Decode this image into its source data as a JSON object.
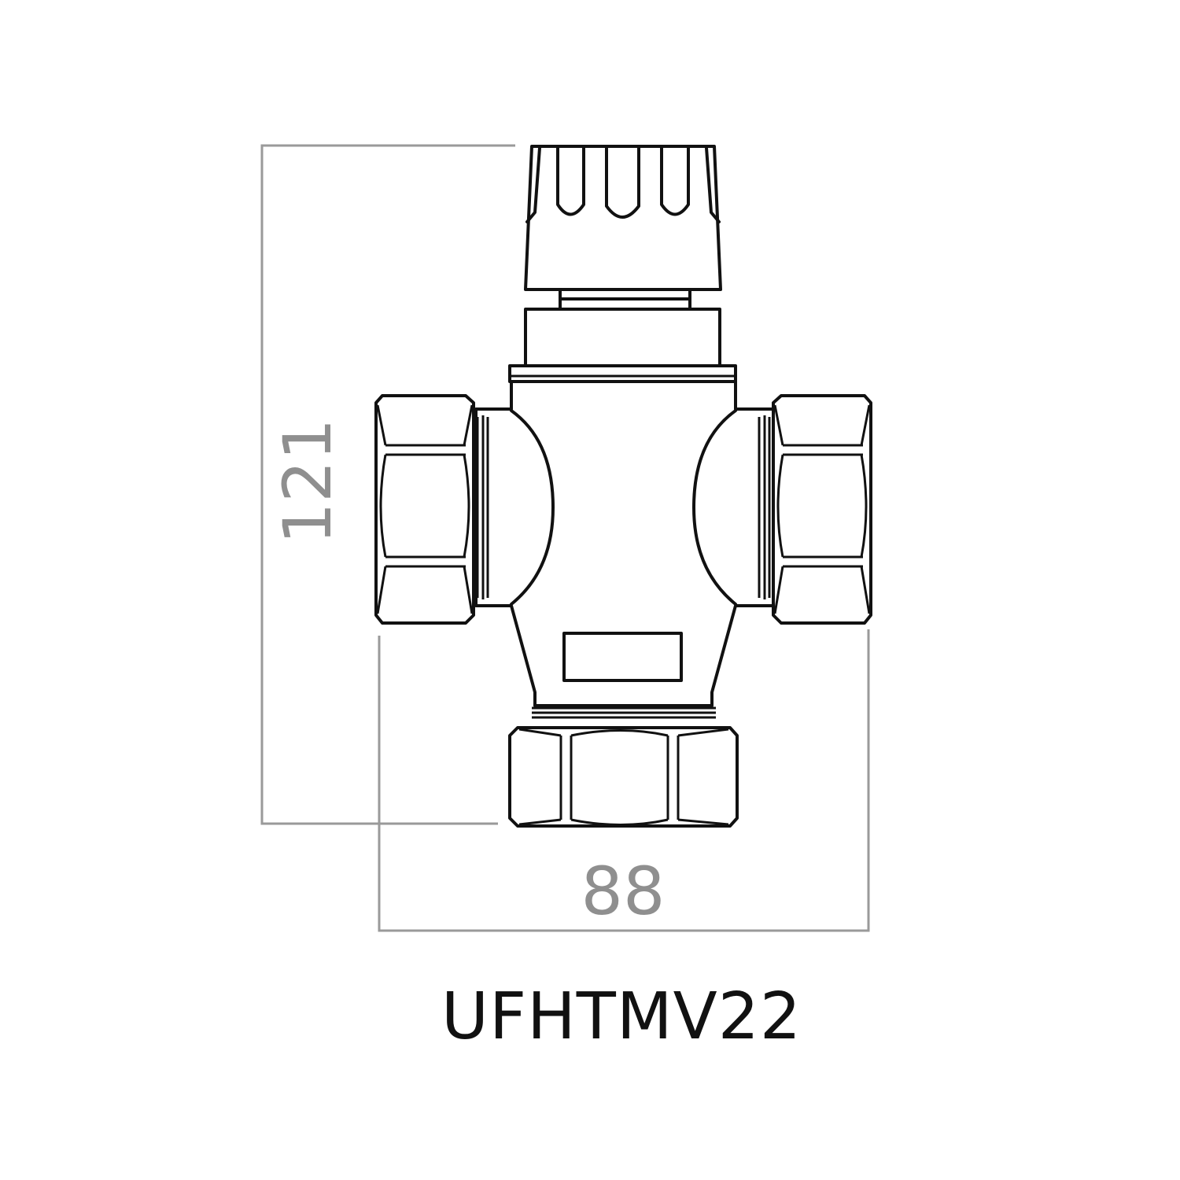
{
  "drawing": {
    "title": "UFHTMV22",
    "dimensions": {
      "height": "121",
      "width": "88"
    },
    "colors": {
      "outline": "#111111",
      "dimension": "#9a9a9a"
    }
  }
}
